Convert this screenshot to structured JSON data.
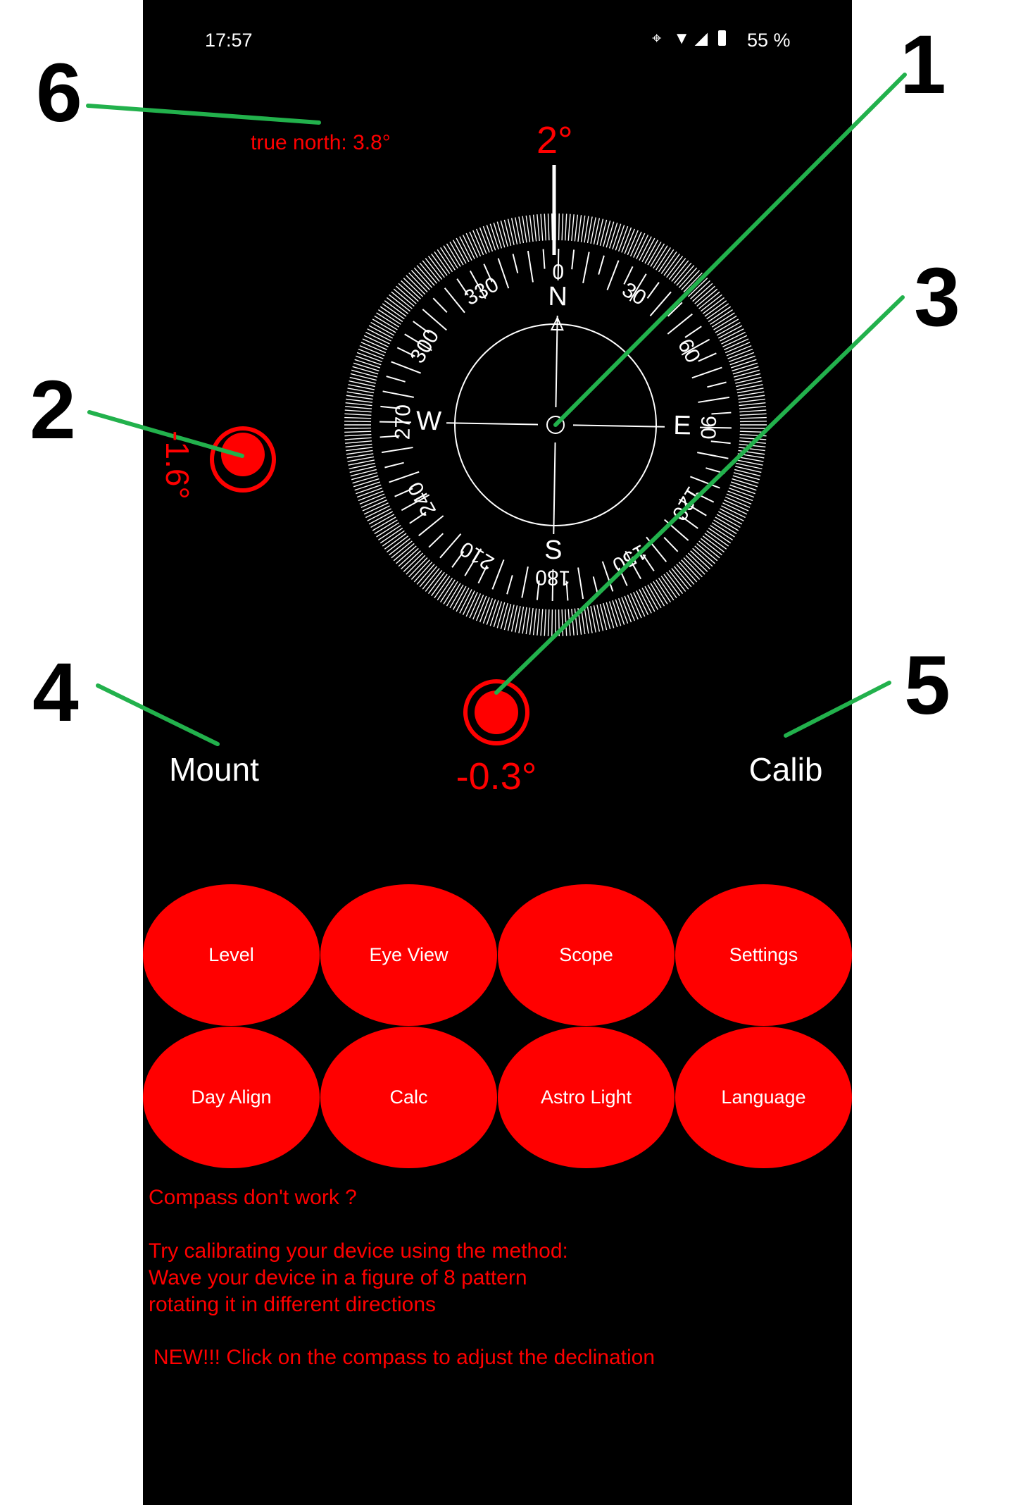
{
  "status_bar": {
    "time": "17:57",
    "battery": "55 %",
    "icons": [
      "location-icon",
      "wifi-icon",
      "signal-icon",
      "battery-icon"
    ]
  },
  "compass": {
    "true_north": "true north: 3.8°",
    "heading": "2°",
    "cardinals": {
      "n": "N",
      "e": "E",
      "s": "S",
      "w": "W"
    },
    "degree_labels": [
      "0",
      "30",
      "60",
      "90",
      "120",
      "150",
      "180",
      "210",
      "240",
      "270",
      "300",
      "330"
    ]
  },
  "level": {
    "side_tilt": "-1.6°",
    "front_tilt": "-0.3°"
  },
  "actions": {
    "mount": "Mount",
    "calib": "Calib"
  },
  "buttons": [
    "Level",
    "Eye View",
    "Scope",
    "Settings",
    "Day Align",
    "Calc",
    "Astro Light",
    "Language"
  ],
  "help": {
    "title": "Compass don't work ?",
    "line1": "Try calibrating your device using the method:",
    "line2": "Wave your device in a figure of 8 pattern",
    "line3": "rotating it in different directions",
    "news": "NEW!!! Click on the compass to adjust the declination"
  },
  "annotations": [
    "1",
    "2",
    "3",
    "4",
    "5",
    "6"
  ],
  "colors": {
    "accent": "#ff0000",
    "annotation": "#22b14c",
    "background": "#000000"
  }
}
